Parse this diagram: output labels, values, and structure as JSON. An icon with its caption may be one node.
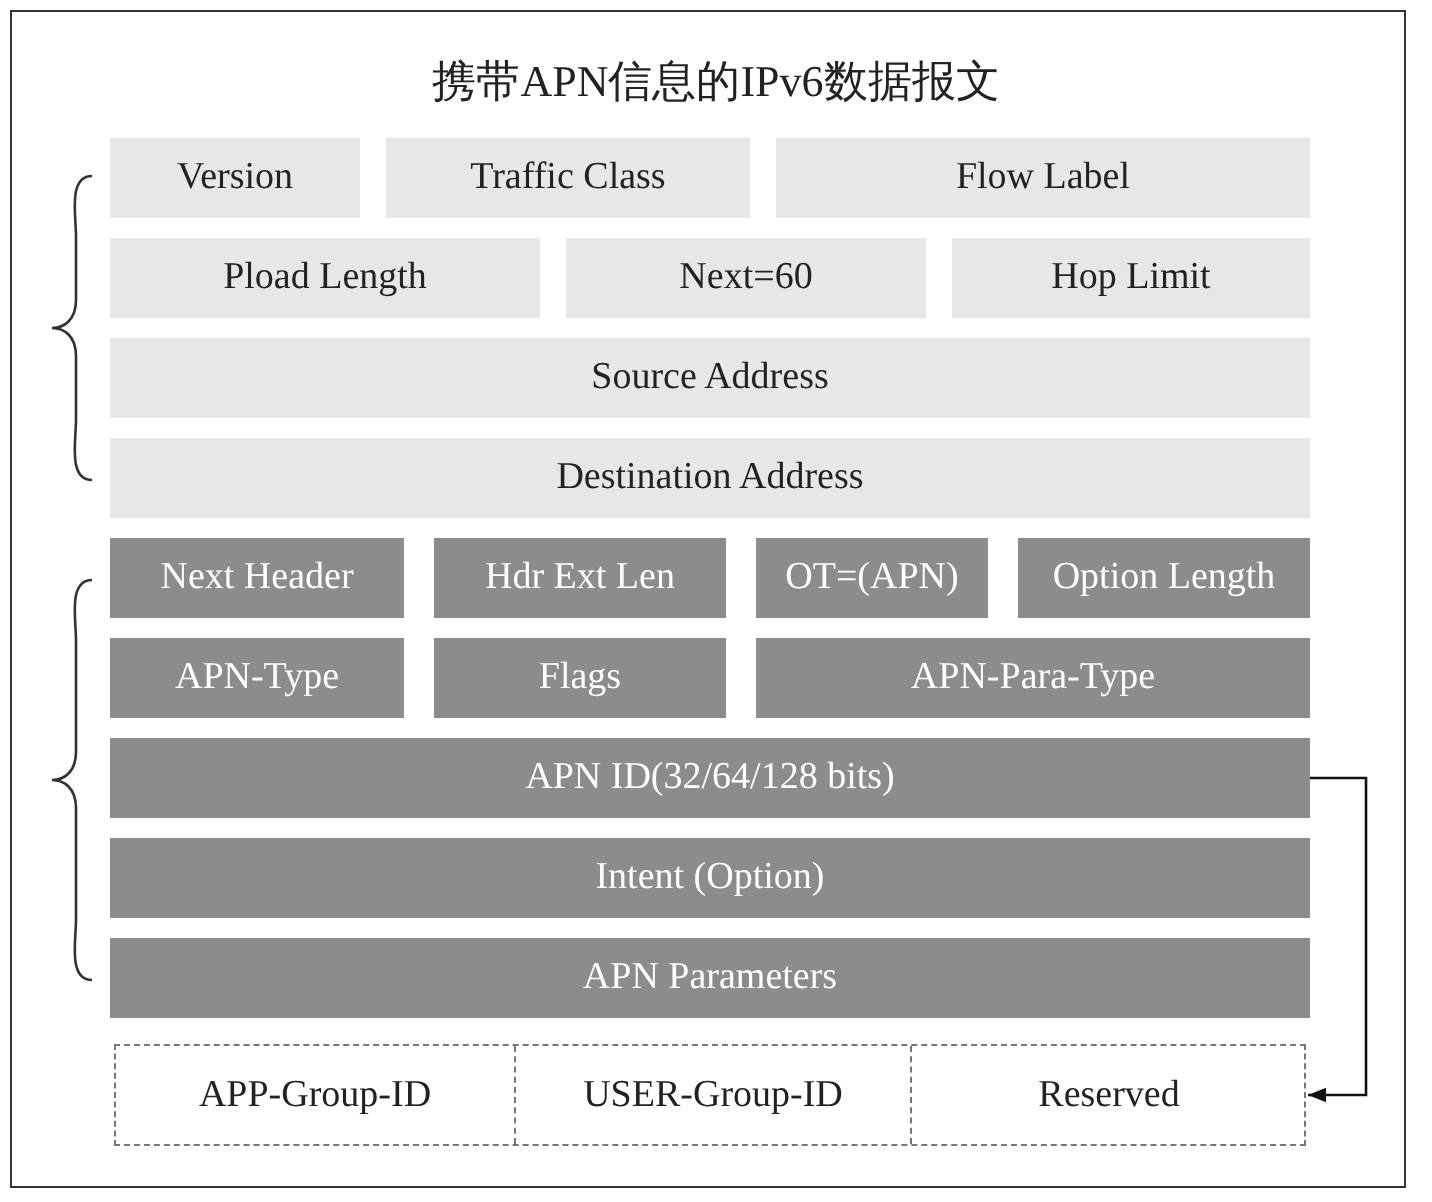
{
  "diagram": {
    "title": "携带APN信息的IPv6数据报文",
    "nodes": [
      {
        "text": [
          "Version"
        ]
      },
      {
        "text": [
          "Traffic Class"
        ]
      },
      {
        "text": [
          "Flow Label"
        ]
      },
      {
        "text": [
          "Pload Length"
        ]
      },
      {
        "text": [
          "Next=60"
        ]
      },
      {
        "text": [
          "Hop Limit"
        ]
      },
      {
        "text": [
          "Source Address"
        ]
      },
      {
        "text": [
          "Destination Address"
        ]
      },
      {
        "text": [
          "Next Header"
        ]
      },
      {
        "text": [
          "Hdr Ext Len"
        ]
      },
      {
        "text": [
          "OT=(APN)"
        ]
      },
      {
        "text": [
          "Option Length"
        ]
      },
      {
        "text": [
          "APN-Type"
        ]
      },
      {
        "text": [
          "Flags"
        ]
      },
      {
        "text": [
          "APN-Para-Type"
        ]
      },
      {
        "text": [
          "APN ID(32/64/128 bits)"
        ]
      },
      {
        "text": [
          "Intent (Option)"
        ]
      },
      {
        "text": [
          "APN Parameters"
        ]
      },
      {
        "text": [],
        "shape": "box"
      },
      {
        "text": [
          "APP-Group-ID"
        ],
        "in": 18
      },
      {
        "text": [
          "USER-Group-ID"
        ],
        "in": 18
      },
      {
        "text": [
          "Reserved"
        ],
        "in": 18
      }
    ],
    "edges": [
      {
        "from": 15,
        "to": 18,
        "arrow": "to"
      }
    ]
  }
}
